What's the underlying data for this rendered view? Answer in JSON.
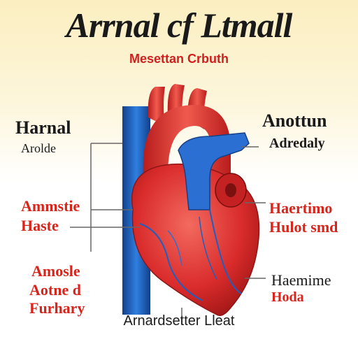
{
  "title": "Arrnal cf Ltmall",
  "subtitle": "Mesettan Crbuth",
  "labels": {
    "left_top_1": "Harnal",
    "left_top_2": "Arolde",
    "left_mid_1": "Ammstie",
    "left_mid_2": "Haste",
    "left_bot_1": "Amosle",
    "left_bot_2": "Aotne d",
    "left_bot_3": "Furhary",
    "right_top_1": "Anottun",
    "right_top_2": "Adredaly",
    "right_mid_1": "Haertimo",
    "right_mid_2": "Hulot smd",
    "right_bot_1": "Haemime",
    "right_bot_2": "Hoda",
    "bottom": "Arnardsetter Lleat"
  },
  "colors": {
    "heart_red": "#d92b2b",
    "vessel_blue": "#1f5fbf",
    "label_red": "#d9241c"
  }
}
